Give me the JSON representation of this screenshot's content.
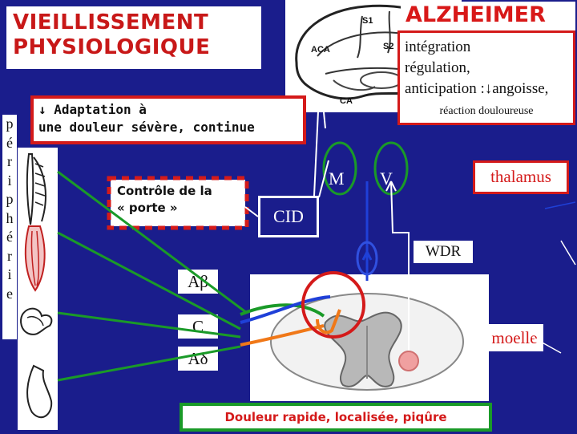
{
  "title_left": {
    "line1": "VIEILLISSEMENT",
    "line2": "PHYSIOLOGIQUE"
  },
  "title_right": "ALZHEIMER",
  "brain_labels": {
    "s1": "S1",
    "s2": "S2",
    "aca": "ACA",
    "ca": "CA"
  },
  "integration_box": {
    "line1": "intégration",
    "line2": "régulation,",
    "line3": "anticipation :↓angoisse,",
    "line4": "réaction douloureuse"
  },
  "adaptation_box": {
    "line1": "↓ Adaptation à",
    "line2": "une douleur sévère, continue"
  },
  "peripherie_letters": [
    "p",
    "é",
    "r",
    "i",
    "p",
    "h",
    "é",
    "r",
    "i",
    "e"
  ],
  "controle_box": {
    "line1": "Contrôle de la",
    "line2": "« porte »"
  },
  "cid_label": "CID",
  "m_label": "M",
  "v_label": "V",
  "thalamus_label": "thalamus",
  "wdr_label": "WDR",
  "fibers": {
    "abeta": "Aβ",
    "c": "C",
    "adelta": "Aδ"
  },
  "moelle_label": "moelle",
  "douleur_box": "Douleur rapide, localisée, piqûre",
  "colors": {
    "background": "#1a1d8c",
    "title_red": "#c81818",
    "border_red": "#d41a1a",
    "fiber_green": "#1a9a28",
    "fiber_blue": "#1f40d8",
    "fiber_orange": "#f07818",
    "neuron_pink": "#f0a0a0"
  }
}
